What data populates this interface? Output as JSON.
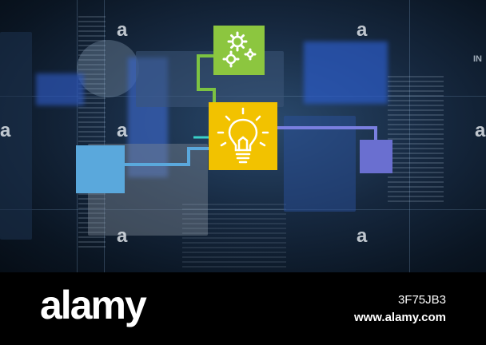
{
  "scene": {
    "watermark_mark": "a",
    "side_letter": "IN",
    "icons": {
      "gear": "gears-icon",
      "bulb": "lightbulb-icon"
    },
    "colors": {
      "green_box": "#8cc63f",
      "yellow_box": "#f2c200",
      "blue_box": "#5aa8dc",
      "purple_box": "#6a6fd0",
      "green_line": "#7cc342",
      "purple_line": "#7a7fe0",
      "blue_line": "#5aa8dc"
    }
  },
  "footer": {
    "brand": "alamy",
    "image_id": "3F75JB3",
    "site": "www.alamy.com"
  }
}
